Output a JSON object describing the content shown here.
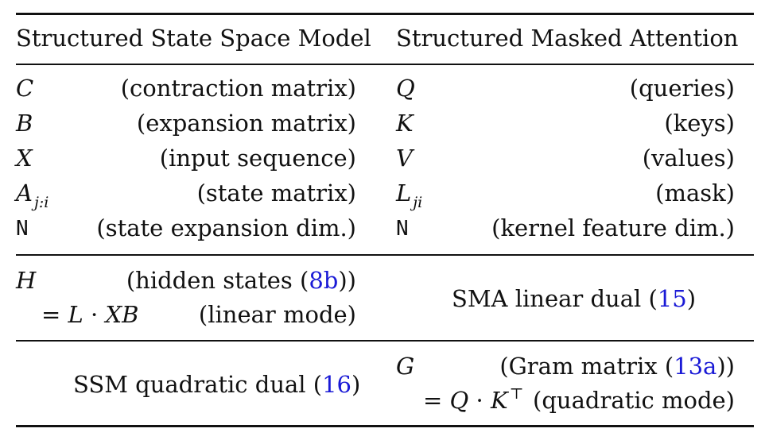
{
  "header": {
    "left": "Structured State Space Model",
    "right": "Structured Masked Attention"
  },
  "ssm_rows": [
    {
      "symbol": "C",
      "sub": "",
      "desc": "(contraction matrix)"
    },
    {
      "symbol": "B",
      "sub": "",
      "desc": "(expansion matrix)"
    },
    {
      "symbol": "X",
      "sub": "",
      "desc": "(input sequence)"
    },
    {
      "symbol": "A",
      "sub": "j:i",
      "desc": "(state matrix)"
    },
    {
      "symbol": "N",
      "sub": "",
      "desc": "(state expansion dim.)"
    }
  ],
  "sma_rows": [
    {
      "symbol": "Q",
      "sub": "",
      "desc": "(queries)"
    },
    {
      "symbol": "K",
      "sub": "",
      "desc": "(keys)"
    },
    {
      "symbol": "V",
      "sub": "",
      "desc": "(values)"
    },
    {
      "symbol": "L",
      "sub": "ji",
      "desc": "(mask)"
    },
    {
      "symbol": "N",
      "sub": "",
      "desc": "(kernel feature dim.)"
    }
  ],
  "middle": {
    "left_symbol": "H",
    "left_desc_pre": "(hidden states (",
    "left_ref": "8b",
    "left_desc_post": "))",
    "left_eq_prefix": "= ",
    "left_eq_L": "L",
    "left_eq_dot": " · ",
    "left_eq_XB": "XB",
    "left_mode": "(linear mode)",
    "right_pre": "SMA linear dual (",
    "right_ref": "15",
    "right_post": ")"
  },
  "bottom": {
    "left_pre": "SSM quadratic dual (",
    "left_ref": "16",
    "left_post": ")",
    "right_symbol": "G",
    "right_desc_pre": "(Gram matrix (",
    "right_ref": "13a",
    "right_desc_post": "))",
    "right_eq_prefix": "= ",
    "right_eq_Q": "Q",
    "right_eq_dot": " · ",
    "right_eq_K": "K",
    "right_eq_sup": "⊤",
    "right_mode": "(quadratic mode)"
  }
}
